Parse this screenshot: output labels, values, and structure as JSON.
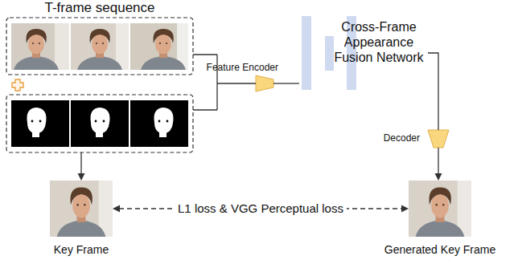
{
  "diagram": {
    "nodes": [
      {
        "text": [
          "T-frame sequence"
        ]
      },
      {
        "text": [
          "Feature Encoder"
        ]
      },
      {
        "text": [
          "Cross-Frame Appearance Fusion Network"
        ]
      },
      {
        "text": [
          "Decoder"
        ]
      },
      {
        "text": [
          "Key Frame"
        ]
      },
      {
        "text": [
          "Generated Key Frame"
        ]
      }
    ],
    "edges": [
      {
        "from": 0,
        "to": 1,
        "arrow": "none"
      },
      {
        "from": 1,
        "to": 2,
        "arrow": "none"
      },
      {
        "from": 2,
        "to": 3,
        "arrow": "none"
      },
      {
        "from": 3,
        "to": 5,
        "arrow": "to"
      },
      {
        "from": 0,
        "to": 4,
        "arrow": "to"
      },
      {
        "from": 4,
        "to": 5,
        "arrow": "both",
        "label": "L1 loss & VGG Perceptual loss"
      }
    ]
  }
}
